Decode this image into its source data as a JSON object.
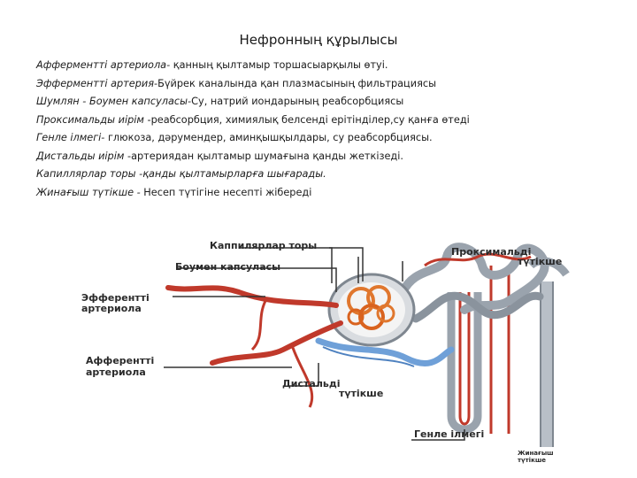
{
  "slide": {
    "title": "Нефронның құрылысы"
  },
  "lines": [
    {
      "term": "Афферментті артериола-",
      "desc": " қанның қылтамыр торшасыарқылы өтуі."
    },
    {
      "term": "Эфферментті артерия-",
      "desc": "Бүйрек каналында қан плазмасының фильтрациясы"
    },
    {
      "term": "Шумлян - Боумен капсуласы-",
      "desc": "Су, натрий иондарының реабсорбциясы"
    },
    {
      "term": "Проксимальды иірім",
      "desc": " -реабсорбция, химиялық белсенді ерітінділер,су  қанға өтеді"
    },
    {
      "term": "Генле ілмегі-",
      "desc": " глюкоза, дәрумендер, аминқышқылдары,  су  реабсорбциясы."
    },
    {
      "term": "Дистальды иірім",
      "desc": " -артериядан қылтамыр шумағына қанды жеткізеді."
    },
    {
      "term": "Капиллярлар торы -қанды қылтамырларға шығарады.",
      "desc": ""
    },
    {
      "term": "Жинағыш түтікше -",
      "desc": " Несеп түтігіне несепті жібереді"
    }
  ],
  "diagram_labels": {
    "capillary_net": "Каппилярлар торы",
    "bowman_capsule": "Боумен капсуласы",
    "proximal_1": "Проксимальді",
    "proximal_2": "түтікше",
    "efferent_1": "Эфферентті",
    "efferent_2": "артериола",
    "afferent_1": "Афферентті",
    "afferent_2": "артериола",
    "distal_1": "Дистальді",
    "distal_2": "түтікше",
    "henle": "Генле ілмегі",
    "collecting_1": "Жинағыш",
    "collecting_2": "түтікше"
  },
  "colors": {
    "artery": "#c0392b",
    "tubule": "#9aa3ad",
    "capsule": "#d9dce0",
    "glomerulus": "#e0772e",
    "distal": "#6fa0d8"
  }
}
